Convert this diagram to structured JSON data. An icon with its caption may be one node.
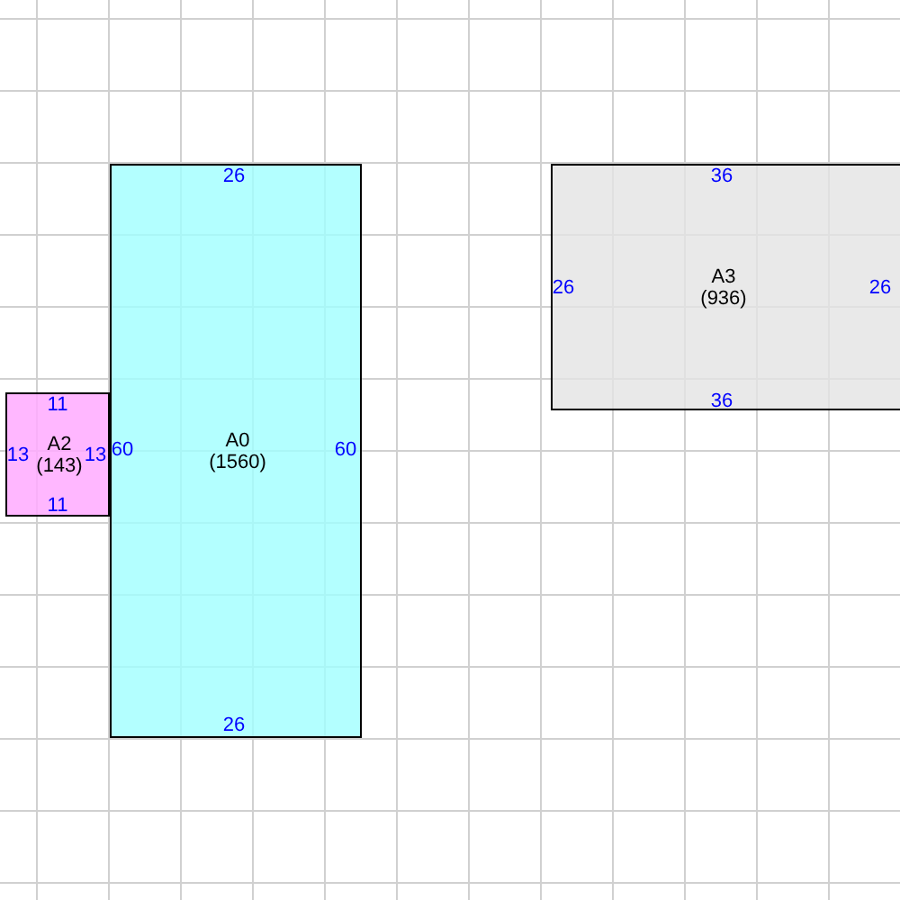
{
  "diagram": {
    "nodes": [
      {
        "text": [
          "A0",
          "(1560)"
        ]
      },
      {
        "text": [
          "A3",
          "(936)"
        ]
      },
      {
        "text": [
          "A2",
          "(143)"
        ]
      }
    ],
    "labels": [
      "26",
      "36",
      "26",
      "26",
      "11",
      "36",
      "13",
      "13",
      "60",
      "60",
      "11",
      "26"
    ]
  }
}
